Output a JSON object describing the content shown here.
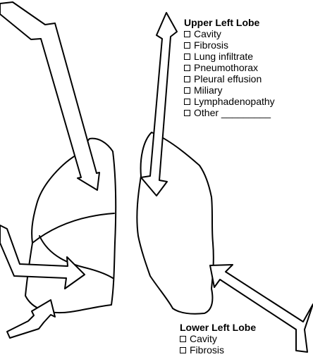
{
  "upper_left_lobe": {
    "heading": "Upper Left Lobe",
    "items": [
      "Cavity",
      "Fibrosis",
      "Lung infiltrate",
      "Pneumothorax",
      "Pleural effusion",
      "Miliary",
      "Lymphadenopathy",
      "Other _________"
    ]
  },
  "lower_left_lobe": {
    "heading": "Lower Left Lobe",
    "items": [
      "Cavity",
      "Fibrosis"
    ]
  },
  "colors": {
    "line": "#000000",
    "background": "#ffffff"
  }
}
